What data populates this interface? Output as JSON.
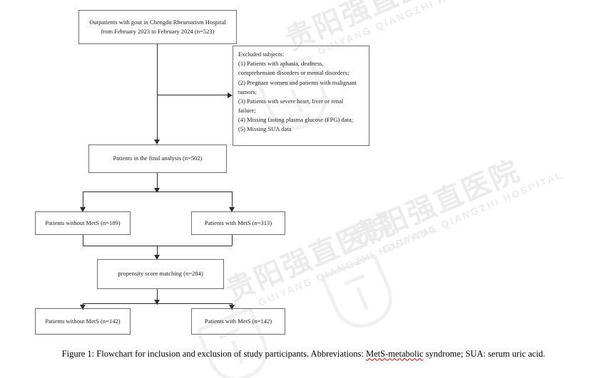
{
  "figure": {
    "caption_prefix": "Figure 1: Flowchart for inclusion and exclusion of study participants. Abbreviations: ",
    "caption_flagged": "MetS-metabolic",
    "caption_suffix": " syndrome; SUA: serum uric acid."
  },
  "watermark": {
    "chinese": "贵阳强直医院",
    "english": "GUIYANG QIANGZHI HOSPITAL",
    "color": "#ebebeb"
  },
  "flow": {
    "source": {
      "label": "Outpatients with gout in Chengdu Rheumatism Hospital\nfrom February 2023 to February 2024 (n=523)",
      "n": 523
    },
    "excluded": {
      "label": "Excluded subjects:\n(1) Patients with aphasia, deafness,\ncomprehension disorders or mental disorders;\n(2) Pregnant women and patients with malignant\ntumors;\n(3) Patients with severe heart, liver or renal\nfailure;\n(4) Missing fasting plasma glucose (FPG) data;\n(5) Missing SUA data",
      "items": [
        "Excluded subjects:",
        "(1) Patients with aphasia, deafness, comprehension disorders or mental disorders;",
        "(2) Pregnant women and patients with malignant tumors;",
        "(3) Patients with severe heart, liver or renal failure;",
        "(4) Missing fasting plasma glucose (FPG) data;",
        "(5) Missing SUA data"
      ]
    },
    "final_analysis": {
      "label": "Patients in the final analysis (n=502)",
      "n": 502
    },
    "without_mets_pre": {
      "label": "Patients without MetS (n=189)",
      "n": 189
    },
    "with_mets_pre": {
      "label": "Patients with MetS (n=313)",
      "n": 313
    },
    "psm": {
      "label": "propensity score matching (n=284)",
      "n": 284
    },
    "without_mets_post": {
      "label": "Patients without MetS (n=142)",
      "n": 142
    },
    "with_mets_post": {
      "label": "Patients with MetS (n=142)",
      "n": 142
    }
  },
  "style": {
    "box_border": "#6f6f6f",
    "connector": "#2b2b2b",
    "background": "#ffffff",
    "spell_underline": "#d83b3b"
  }
}
